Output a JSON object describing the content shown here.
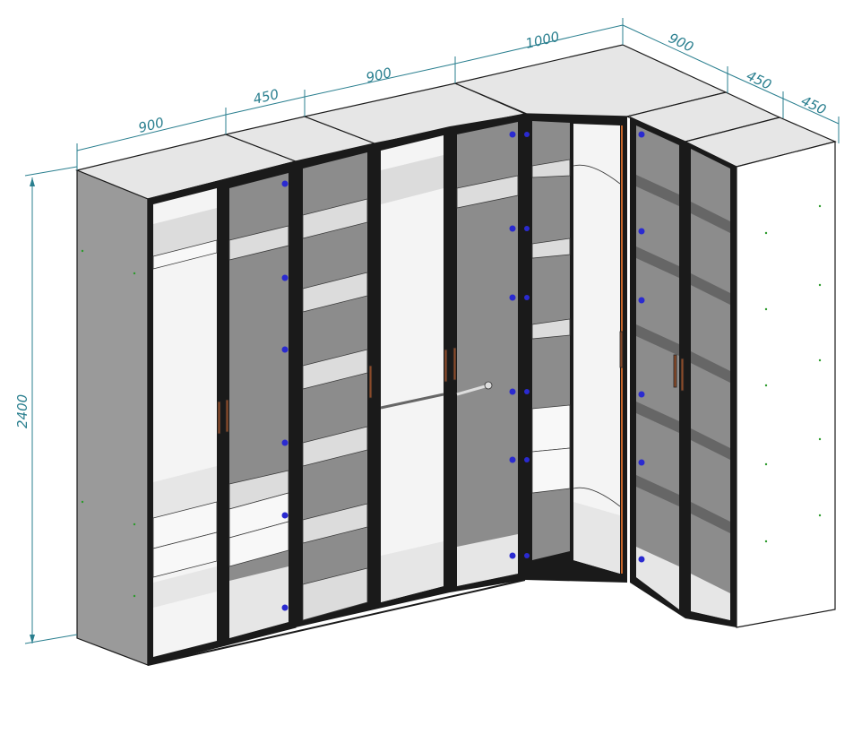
{
  "dimensions": {
    "height_total": "2400",
    "front_widths": [
      "900",
      "450",
      "900",
      "1000"
    ],
    "side_widths": [
      "900",
      "450",
      "450"
    ]
  },
  "colors": {
    "dimension": "#2a7f8f",
    "hinge": "#2a2ad0",
    "handle": "#8a4a2a",
    "side_panel": "#9a9a9a",
    "interior": "#8c8c8c"
  }
}
